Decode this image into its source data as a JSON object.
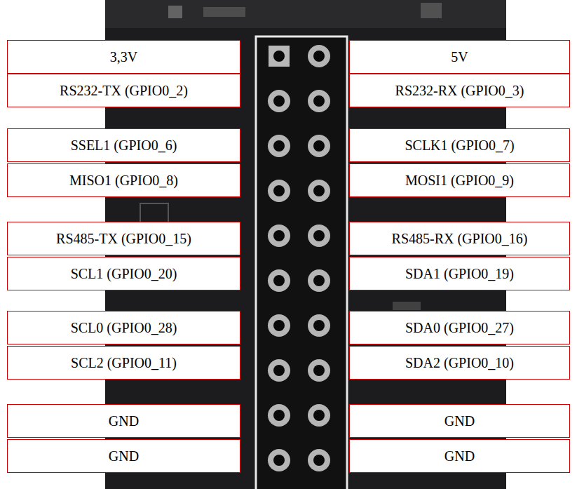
{
  "diagram": {
    "nodes": [
      {
        "text": [
          "3,3V"
        ]
      },
      {
        "text": [
          "RS232-TX (GPIO0_2)"
        ]
      },
      {
        "text": [
          "SSEL1 (GPIO0_6)"
        ]
      },
      {
        "text": [
          "MISO1 (GPIO0_8)"
        ]
      },
      {
        "text": [
          "RS485-TX (GPIO0_15)"
        ]
      },
      {
        "text": [
          "SCL1 (GPIO0_20)"
        ]
      },
      {
        "text": [
          "SCL0 (GPIO0_28)"
        ]
      },
      {
        "text": [
          "SCL2 (GPIO0_11)"
        ]
      },
      {
        "text": [
          "GND"
        ]
      },
      {
        "text": [
          "GND"
        ]
      },
      {
        "text": [
          "5V"
        ]
      },
      {
        "text": [
          "RS232-RX (GPIO0_3)"
        ]
      },
      {
        "text": [
          "SCLK1 (GPIO0_7)"
        ]
      },
      {
        "text": [
          "MOSI1 (GPIO0_9)"
        ]
      },
      {
        "text": [
          "RS485-RX (GPIO0_16)"
        ]
      },
      {
        "text": [
          "SDA1 (GPIO0_19)"
        ]
      },
      {
        "text": [
          "SDA0 (GPIO0_27)"
        ]
      },
      {
        "text": [
          "SDA2 (GPIO0_10)"
        ]
      },
      {
        "text": [
          "GND"
        ]
      },
      {
        "text": [
          "GND"
        ]
      }
    ]
  }
}
